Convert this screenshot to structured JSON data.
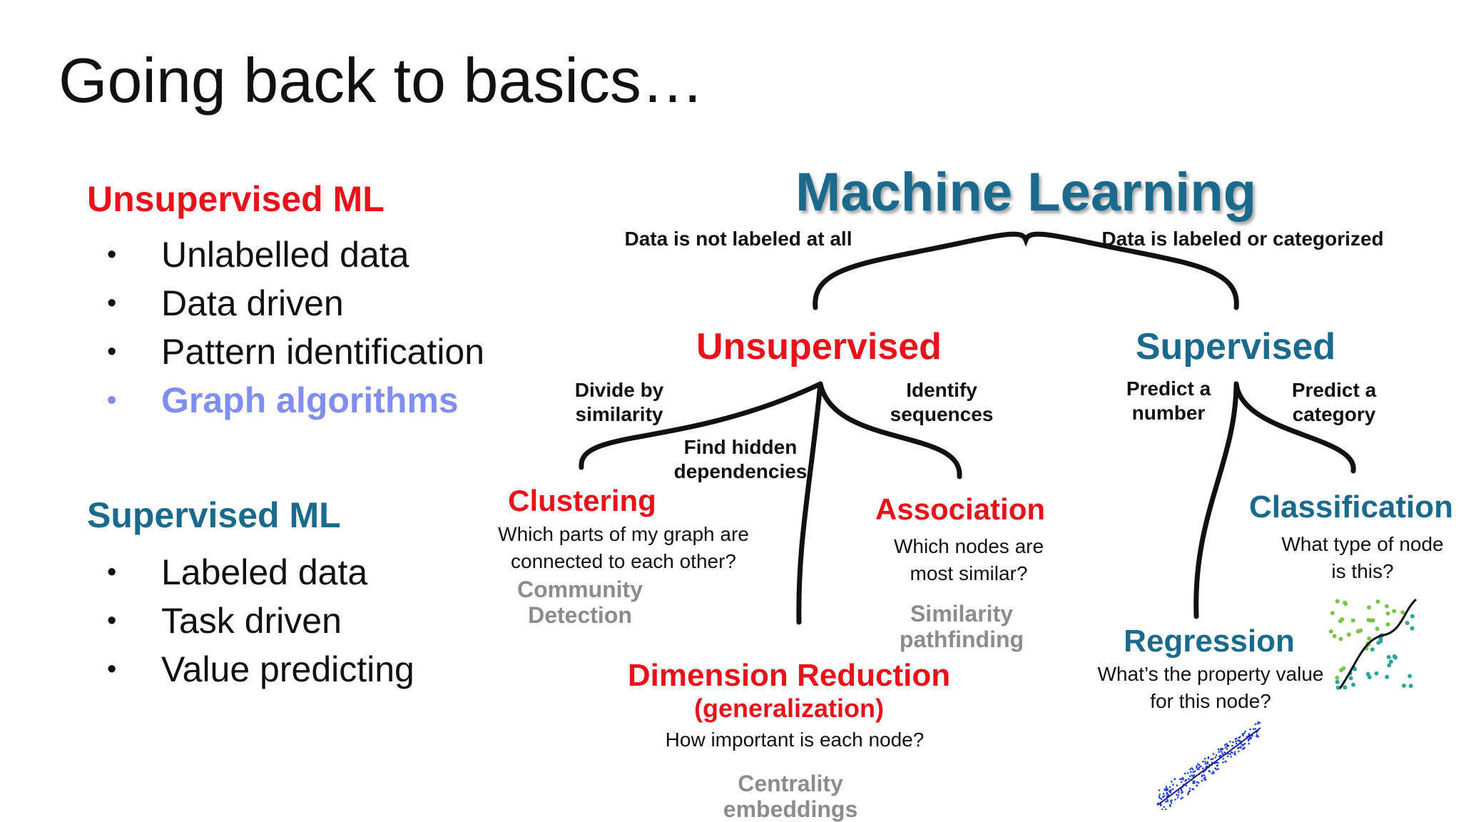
{
  "slide": {
    "title": "Going back to basics…"
  },
  "left": {
    "unsupervised": {
      "heading": "Unsupervised ML",
      "heading_color": "#e8121b",
      "bullets": [
        "Unlabelled data",
        "Data driven",
        "Pattern identification",
        "Graph algorithms"
      ],
      "highlight_color": "#7f8ef0"
    },
    "supervised": {
      "heading": "Supervised ML",
      "heading_color": "#1a6a8d",
      "bullets": [
        "Labeled data",
        "Task driven",
        "Value predicting"
      ]
    }
  },
  "diagram": {
    "root": "Machine Learning",
    "root_color": "#1a6a8d",
    "left_note": "Data is not labeled at all",
    "right_note": "Data is labeled or categorized",
    "unsupervised": {
      "label": "Unsupervised",
      "note_left": [
        "Divide by",
        "similarity"
      ],
      "note_middle": [
        "Find hidden",
        "dependencies"
      ],
      "note_right": [
        "Identify",
        "sequences"
      ],
      "clustering": {
        "label": "Clustering",
        "question": [
          "Which parts of my graph are",
          "connected to each other?"
        ],
        "tag": [
          "Community",
          "Detection"
        ]
      },
      "dimension_reduction": {
        "label": "Dimension Reduction",
        "sublabel": "(generalization)",
        "question": "How important is each node?",
        "tag": [
          "Centrality",
          "embeddings"
        ]
      },
      "association": {
        "label": "Association",
        "question": [
          "Which nodes are",
          "most similar?"
        ],
        "tag": [
          "Similarity",
          "pathfinding"
        ]
      }
    },
    "supervised": {
      "label": "Supervised",
      "note_left": [
        "Predict a",
        "number"
      ],
      "note_right": [
        "Predict a",
        "category"
      ],
      "regression": {
        "label": "Regression",
        "question": [
          "What’s the property value",
          "for this node?"
        ],
        "icon": "scatter-regression-icon"
      },
      "classification": {
        "label": "Classification",
        "question": [
          "What type of node",
          "is this?"
        ],
        "icon": "classification-scatter-icon"
      }
    }
  }
}
